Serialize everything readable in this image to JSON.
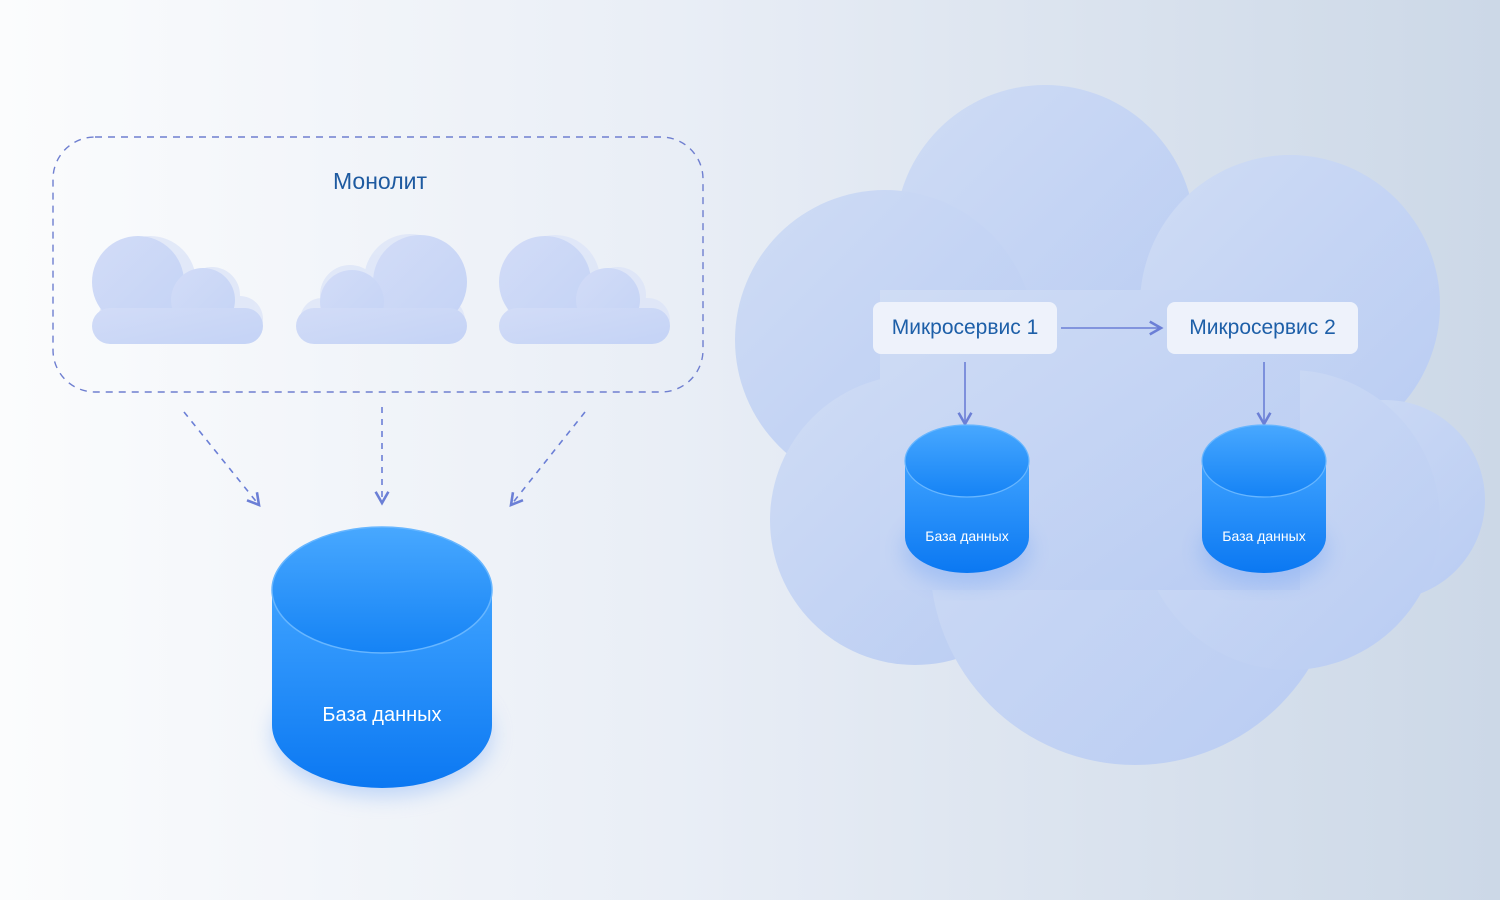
{
  "monolith": {
    "title": "Монолит",
    "database_label": "База данных"
  },
  "microservices": {
    "service_1": "Микросервис 1",
    "service_2": "Микросервис 2",
    "database_1_label": "База данных",
    "database_2_label": "База данных"
  },
  "colors": {
    "accent_text": "#1d5fa8",
    "arrow": "#6b7fd6",
    "db_top": "#2f95ff",
    "db_body": "#1f8af7",
    "cloud_fill": "#c6d5f6"
  }
}
